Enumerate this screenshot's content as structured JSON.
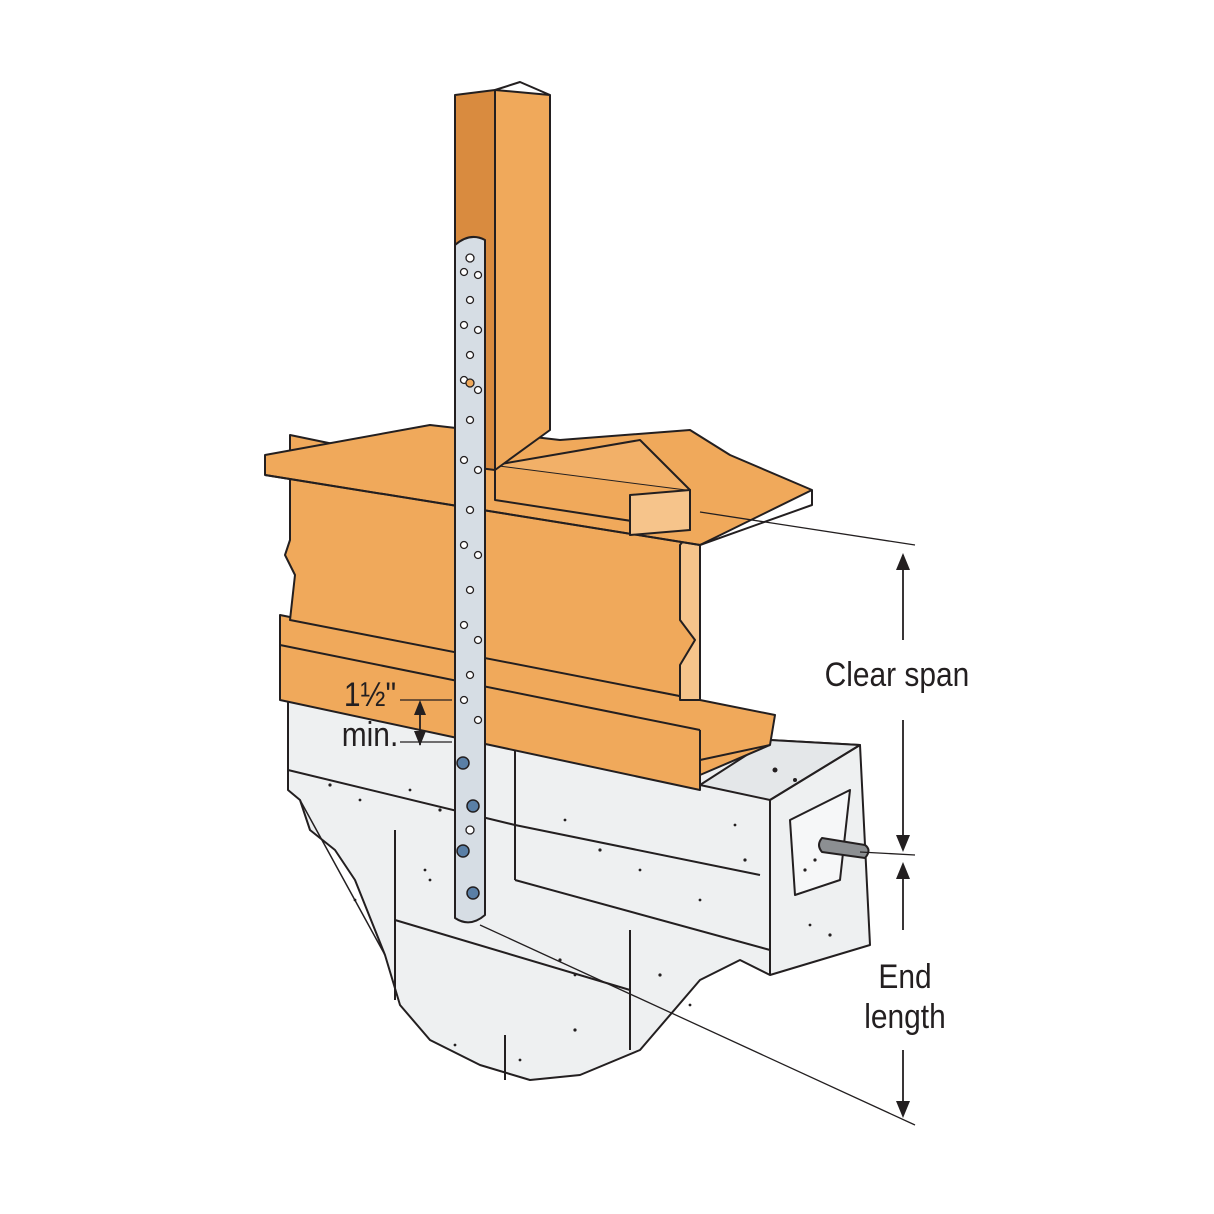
{
  "labels": {
    "min_dimension_value": "1½\"",
    "min_dimension_suffix": "min.",
    "clear_span": "Clear span",
    "end_length_line1": "End",
    "end_length_line2": "length"
  },
  "colors": {
    "wood": "#f0a95b",
    "wood_dark": "#d98b3f",
    "wood_end_grain": "#f6c48b",
    "strap": "#d6dde4",
    "strap_holes": "#ffffff",
    "fastener": "#5a7fa6",
    "concrete": "#eef0f1",
    "outline": "#231f20"
  },
  "icons": [
    "strap-tie-icon",
    "screw-icon",
    "anchor-bolt-icon",
    "dimension-arrow-icon"
  ]
}
